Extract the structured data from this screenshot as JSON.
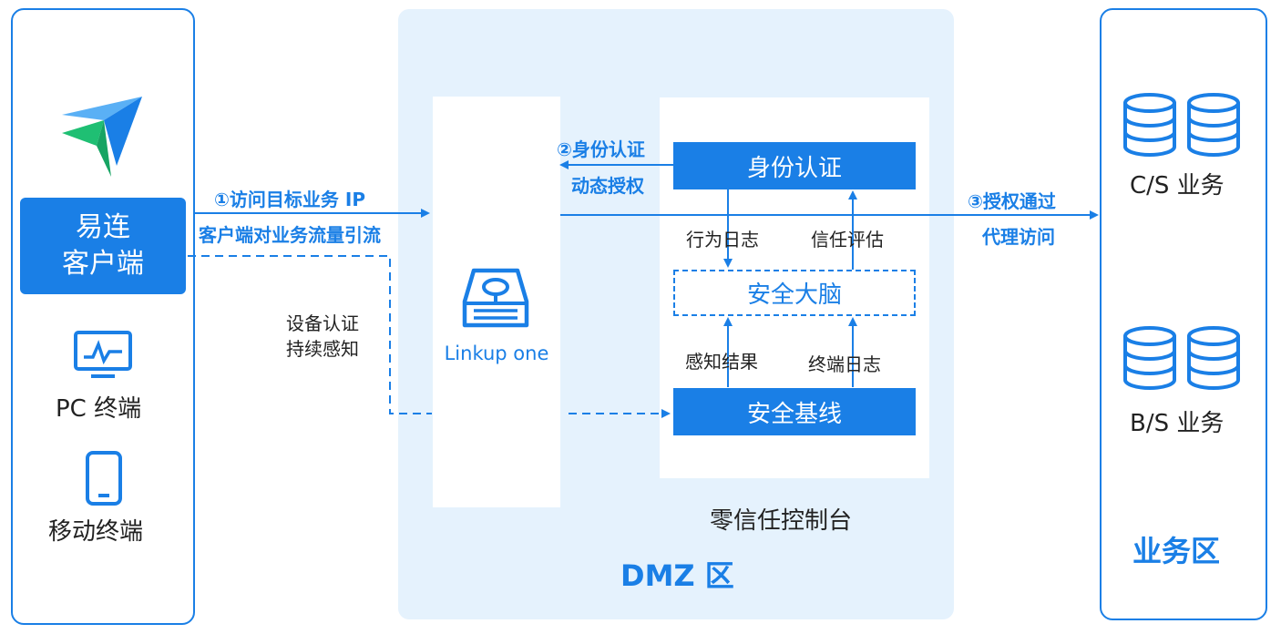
{
  "client": {
    "app_name_line1": "易连",
    "app_name_line2": "客户端",
    "pc_label": "PC 终端",
    "mobile_label": "移动终端"
  },
  "flows": {
    "step1_line1": "①访问目标业务 IP",
    "step1_line2": "客户端对业务流量引流",
    "device_line1": "设备认证",
    "device_line2": "持续感知",
    "step2_line1": "②身份认证",
    "step2_line2": "动态授权",
    "step3_line1": "③授权通过",
    "step3_line2": "代理访问"
  },
  "dmz": {
    "linkup_label": "Linkup one",
    "identity_auth": "身份认证",
    "behavior_log": "行为日志",
    "trust_eval": "信任评估",
    "security_brain": "安全大脑",
    "perception_result": "感知结果",
    "terminal_log": "终端日志",
    "security_baseline": "安全基线",
    "console_title": "零信任控制台",
    "zone_title": "DMZ 区"
  },
  "business": {
    "cs_label": "C/S 业务",
    "bs_label": "B/S 业务",
    "zone_title": "业务区"
  },
  "colors": {
    "primary": "#1a7fe6",
    "dmz_background": "#e5f2fd",
    "logo_green": "#1fbf73"
  }
}
